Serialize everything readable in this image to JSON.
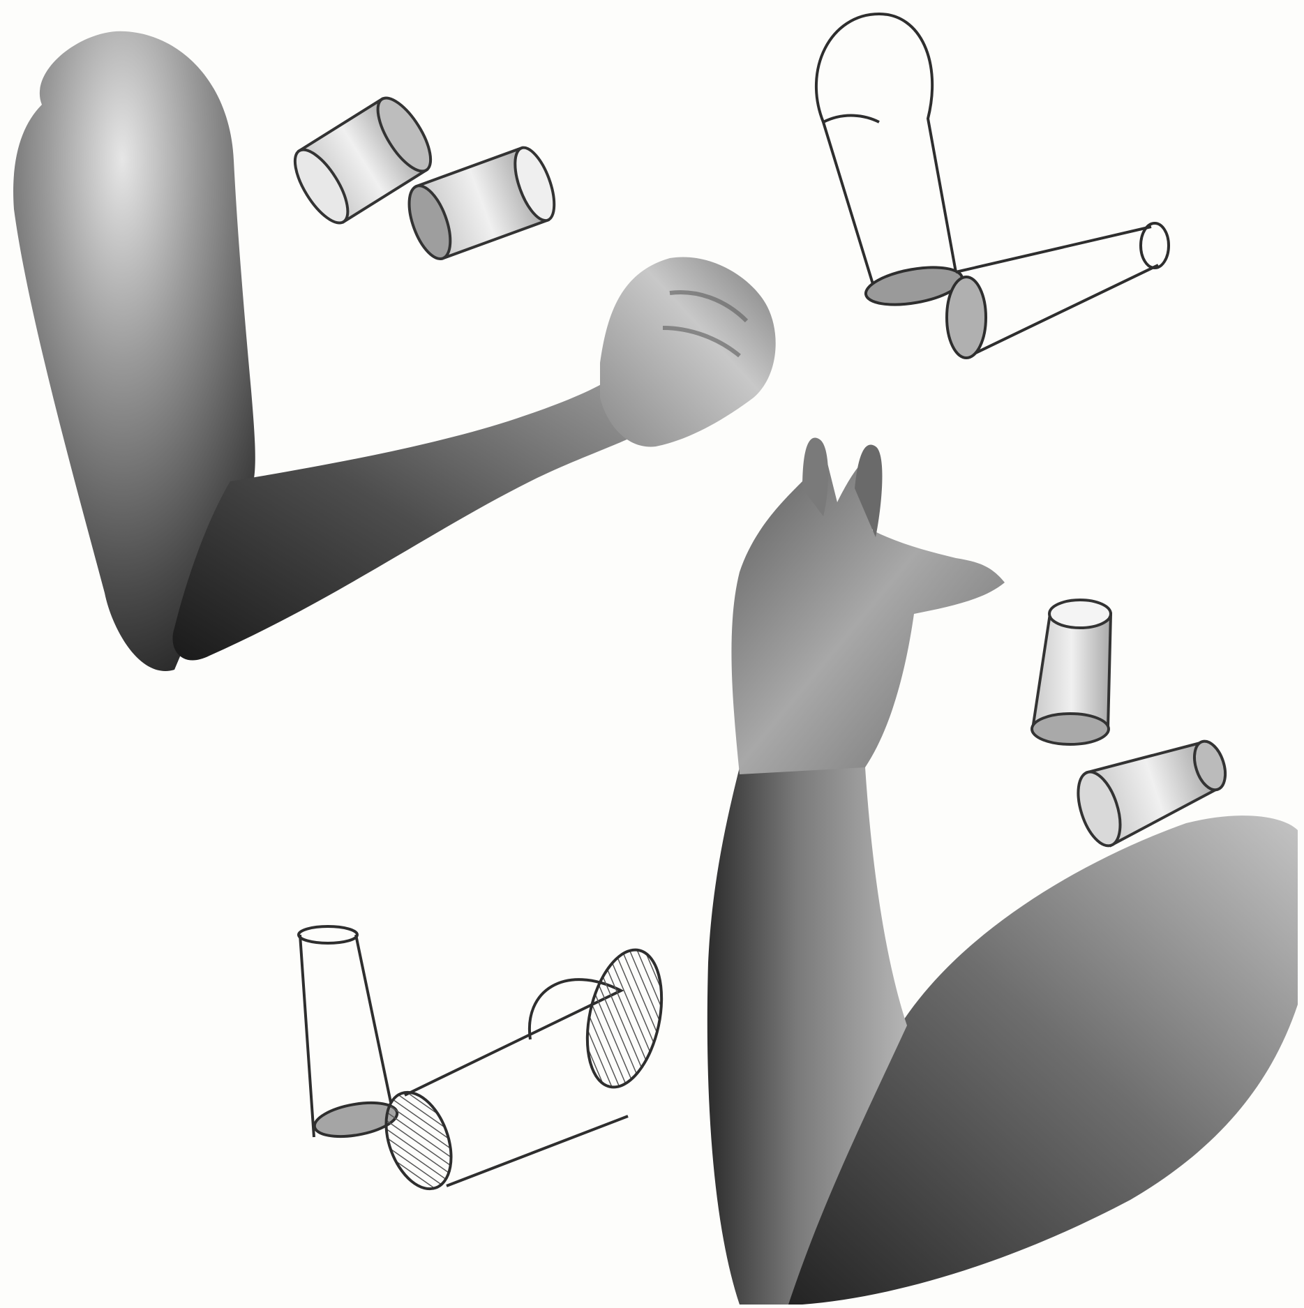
{
  "image": {
    "kind": "anatomy-drawing-plate",
    "background": "#fdfdfb",
    "ink": "#2a2a2a",
    "skin_dark": "#1e1e1e",
    "skin_mid": "#6b6b6b",
    "skin_light": "#d9d9d9",
    "figures": [
      {
        "id": "bent-arm-fist",
        "type": "photo",
        "icon": "flexed-arm-fist"
      },
      {
        "id": "cylinder-study-top-left",
        "type": "shaded-sketch",
        "icon": "two-cylinders"
      },
      {
        "id": "cylinder-study-top-right",
        "type": "line-sketch",
        "icon": "arm-cylinders-outline"
      },
      {
        "id": "raised-arm-open-hand",
        "type": "photo",
        "icon": "raised-arm-hand"
      },
      {
        "id": "cylinder-study-right",
        "type": "shaded-sketch",
        "icon": "two-cups"
      },
      {
        "id": "cylinder-study-bottom-left",
        "type": "line-sketch",
        "icon": "arm-cylinders-outline"
      }
    ]
  }
}
